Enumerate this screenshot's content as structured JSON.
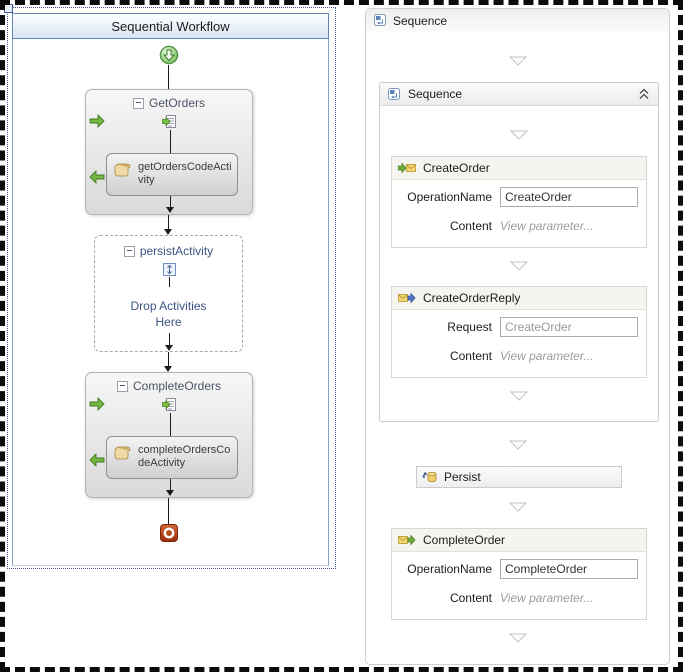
{
  "left": {
    "title": "Sequential Workflow",
    "get_orders": {
      "label": "GetOrders",
      "child_label": "getOrdersCodeActivity"
    },
    "persist": {
      "label": "persistActivity",
      "drop_line1": "Drop Activities",
      "drop_line2": "Here"
    },
    "complete_orders": {
      "label": "CompleteOrders",
      "child_label": "completeOrdersCodeActivity"
    }
  },
  "right": {
    "root_label": "Sequence",
    "inner_label": "Sequence",
    "create_order": {
      "title": "CreateOrder",
      "operation_label": "OperationName",
      "operation_value": "CreateOrder",
      "content_label": "Content",
      "content_value": "View parameter..."
    },
    "create_order_reply": {
      "title": "CreateOrderReply",
      "request_label": "Request",
      "request_value": "CreateOrder",
      "content_label": "Content",
      "content_value": "View parameter..."
    },
    "persist": {
      "title": "Persist"
    },
    "complete_order": {
      "title": "CompleteOrder",
      "operation_label": "OperationName",
      "operation_value": "CompleteOrder",
      "content_label": "Content",
      "content_value": "View parameter..."
    }
  },
  "colors": {
    "title_border_blue": "#6386b5",
    "accent_blue_text": "#3b5382",
    "arrow_green": "#76b844",
    "envelope_yellow": "#f5d76e",
    "reply_arrow_blue": "#5577cc",
    "end_icon_red": "#a93a1a",
    "start_icon_green": "#7cc05e"
  }
}
